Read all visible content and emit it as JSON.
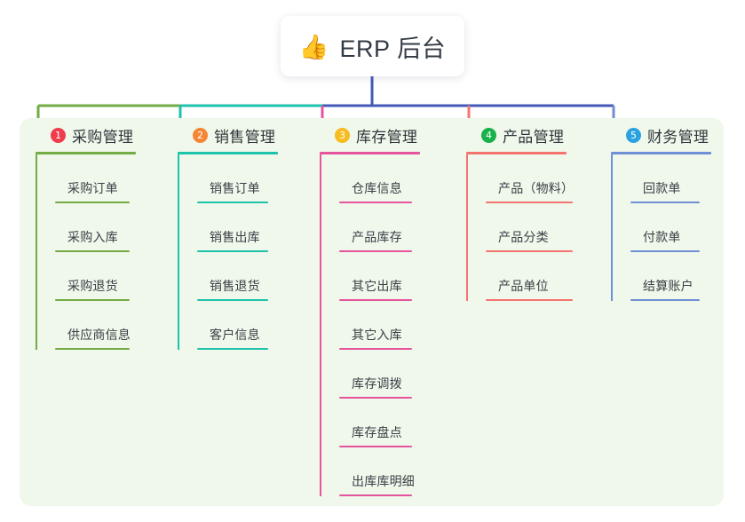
{
  "root": {
    "icon": "thumbs-up-icon",
    "emoji": "👍",
    "title": "ERP 后台"
  },
  "colors": {
    "panel_bg": "#eff8ea",
    "branch_green": "#73ab44",
    "branch_teal": "#1fc2ab",
    "branch_pink": "#e6549e",
    "branch_red": "#f4756f",
    "branch_blue": "#6f8fd6",
    "root_stem_blue": "#4458b8",
    "badge_1": "#ef3d4e",
    "badge_2": "#f58634",
    "badge_3": "#f7bc20",
    "badge_4": "#17b24a",
    "badge_5": "#29a3e0",
    "title_text": "#2f363d",
    "leaf_text": "#3a4149"
  },
  "branches": [
    {
      "index": "1",
      "title": "采购管理",
      "badge_color": "#ef3d4e",
      "line_color": "#73ab44",
      "rule_width": 113,
      "leaf_rule_width": 84,
      "leaves": [
        "采购订单",
        "采购入库",
        "采购退货",
        "供应商信息"
      ]
    },
    {
      "index": "2",
      "title": "销售管理",
      "badge_color": "#f58634",
      "line_color": "#1fc2ab",
      "rule_width": 113,
      "leaf_rule_width": 80,
      "leaves": [
        "销售订单",
        "销售出库",
        "销售退货",
        "客户信息"
      ]
    },
    {
      "index": "3",
      "title": "库存管理",
      "badge_color": "#f7bc20",
      "line_color": "#e6549e",
      "rule_width": 113,
      "leaf_rule_width": 82,
      "leaves": [
        "仓库信息",
        "产品库存",
        "其它出库",
        "其它入库",
        "库存调拨",
        "库存盘点",
        "出库库明细"
      ]
    },
    {
      "index": "4",
      "title": "产品管理",
      "badge_color": "#17b24a",
      "line_color": "#f4756f",
      "rule_width": 113,
      "leaf_rule_width": 98,
      "leaves": [
        "产品（物料）",
        "产品分类",
        "产品单位"
      ]
    },
    {
      "index": "5",
      "title": "财务管理",
      "badge_color": "#29a3e0",
      "line_color": "#6f8fd6",
      "rule_width": 113,
      "leaf_rule_width": 78,
      "leaves": [
        "回款单",
        "付款单",
        "结算账户"
      ]
    }
  ]
}
